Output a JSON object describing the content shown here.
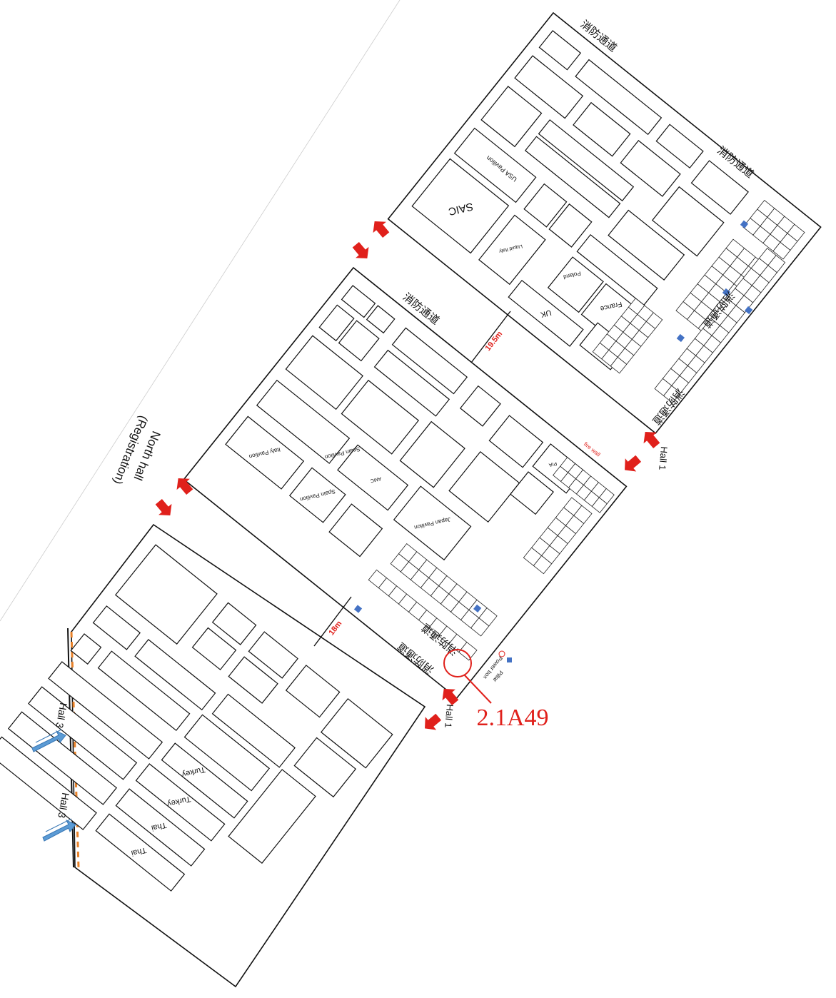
{
  "title": "Exhibition floor plan",
  "colors": {
    "arrow": "#e0201b",
    "entrance": "#5b9bd5",
    "pillar": "#4472c4",
    "callout": "#e0201b",
    "dashed_wall": "#e8822a"
  },
  "entrances": {
    "north_hall": "North hall",
    "registration": "(Registration)",
    "hall1_upper": "Hall 1",
    "hall1_lower": "Hall 1",
    "hall3_upper": "Hall 3",
    "hall3_lower": "Hall 3"
  },
  "corridors": {
    "upper": "19.5m",
    "lower": "18m"
  },
  "fire_lane": "消防通道",
  "fire_wall": "fire wall",
  "legend": {
    "power_box": "Power box",
    "pillar": "Pillar"
  },
  "pavilions": {
    "usa": "USA Pavilion",
    "saic": "SAIC",
    "liquid_italy": "Liquid Italy",
    "poland": "Poland",
    "france": "France",
    "uk": "UK",
    "pia": "PIA",
    "spain1": "Spain Pavilion",
    "amc": "AMC",
    "japan": "Japan Pavilion",
    "italy": "Italy Pavilion",
    "spain2": "Spain Pavilion",
    "turkey1": "Turkey",
    "turkey2": "Turkey",
    "thai1": "Thai",
    "thai2": "Thai"
  },
  "callout": {
    "booth": "2.1A49"
  }
}
